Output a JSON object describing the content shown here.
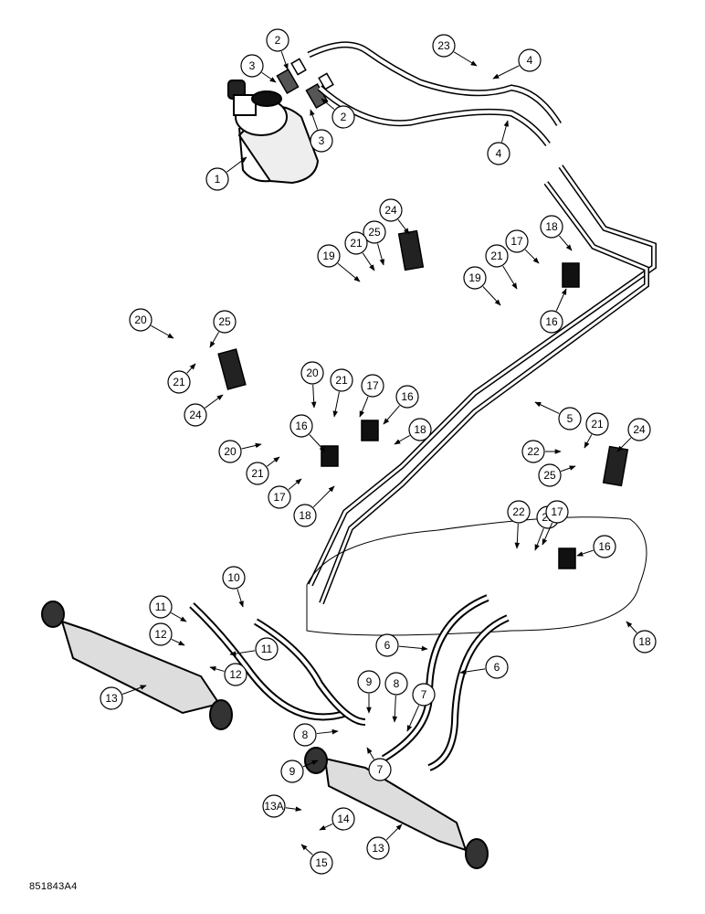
{
  "figure_id": "851843A4",
  "callouts": [
    {
      "id": "c1",
      "label": "1"
    },
    {
      "id": "c2a",
      "label": "2"
    },
    {
      "id": "c2b",
      "label": "2"
    },
    {
      "id": "c3a",
      "label": "3"
    },
    {
      "id": "c3b",
      "label": "3"
    },
    {
      "id": "c4a",
      "label": "4"
    },
    {
      "id": "c4b",
      "label": "4"
    },
    {
      "id": "c23",
      "label": "23"
    },
    {
      "id": "c24a",
      "label": "24"
    },
    {
      "id": "c25a",
      "label": "25"
    },
    {
      "id": "c21a",
      "label": "21"
    },
    {
      "id": "c19a",
      "label": "19"
    },
    {
      "id": "c18a",
      "label": "18"
    },
    {
      "id": "c17a",
      "label": "17"
    },
    {
      "id": "c21b",
      "label": "21"
    },
    {
      "id": "c19b",
      "label": "19"
    },
    {
      "id": "c16a",
      "label": "16"
    },
    {
      "id": "c20a",
      "label": "20"
    },
    {
      "id": "c25b",
      "label": "25"
    },
    {
      "id": "c21c",
      "label": "21"
    },
    {
      "id": "c24b",
      "label": "24"
    },
    {
      "id": "c20b",
      "label": "20"
    },
    {
      "id": "c21d",
      "label": "21"
    },
    {
      "id": "c17b",
      "label": "17"
    },
    {
      "id": "c16b",
      "label": "16"
    },
    {
      "id": "c18b",
      "label": "18"
    },
    {
      "id": "c16c",
      "label": "16"
    },
    {
      "id": "c20c",
      "label": "20"
    },
    {
      "id": "c21e",
      "label": "21"
    },
    {
      "id": "c17c",
      "label": "17"
    },
    {
      "id": "c18c",
      "label": "18"
    },
    {
      "id": "c5",
      "label": "5"
    },
    {
      "id": "c21f",
      "label": "21"
    },
    {
      "id": "c24c",
      "label": "24"
    },
    {
      "id": "c22a",
      "label": "22"
    },
    {
      "id": "c25c",
      "label": "25"
    },
    {
      "id": "c22b",
      "label": "22"
    },
    {
      "id": "c21g",
      "label": "21"
    },
    {
      "id": "c17d",
      "label": "17"
    },
    {
      "id": "c16d",
      "label": "16"
    },
    {
      "id": "c10",
      "label": "10"
    },
    {
      "id": "c11a",
      "label": "11"
    },
    {
      "id": "c12a",
      "label": "12"
    },
    {
      "id": "c11b",
      "label": "11"
    },
    {
      "id": "c12b",
      "label": "12"
    },
    {
      "id": "c13a",
      "label": "13"
    },
    {
      "id": "c6a",
      "label": "6"
    },
    {
      "id": "c6b",
      "label": "6"
    },
    {
      "id": "c18d",
      "label": "18"
    },
    {
      "id": "c9a",
      "label": "9"
    },
    {
      "id": "c8a",
      "label": "8"
    },
    {
      "id": "c7a",
      "label": "7"
    },
    {
      "id": "c8b",
      "label": "8"
    },
    {
      "id": "c9b",
      "label": "9"
    },
    {
      "id": "c7b",
      "label": "7"
    },
    {
      "id": "c13A",
      "label": "13A"
    },
    {
      "id": "c14",
      "label": "14"
    },
    {
      "id": "c13b",
      "label": "13"
    },
    {
      "id": "c15",
      "label": "15"
    }
  ]
}
